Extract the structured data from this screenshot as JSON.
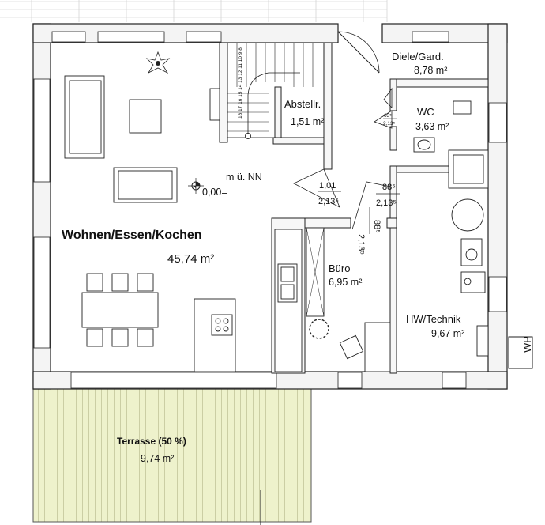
{
  "rooms": {
    "wohnen": {
      "name": "Wohnen/Essen/Kochen",
      "area": "45,74 m²"
    },
    "diele": {
      "name": "Diele/Gard.",
      "area": "8,78 m²"
    },
    "abstell": {
      "name": "Abstellr.",
      "area": "1,51 m²"
    },
    "wc": {
      "name": "WC",
      "area": "3,63 m²"
    },
    "buero": {
      "name": "Büro",
      "area": "6,95 m²"
    },
    "technik": {
      "name": "HW/Technik",
      "area": "9,67 m²"
    },
    "terrasse": {
      "name": "Terrasse (50 %)",
      "area": "9,74 m²"
    }
  },
  "labels": {
    "level_label": "m ü. NN",
    "level_value": "0,00=",
    "wp": "WP",
    "stair_numbers": "18 17 16 15 14 13 12 11 10 9 8"
  },
  "dimensions": {
    "d1_w": "1,01",
    "d1_h": "2,13⁵",
    "d2_w": "88⁵",
    "d2_h": "2,13⁵",
    "d3_w": "88⁵",
    "d3_h": "2,13⁵",
    "wc_w": "63⁵",
    "wc_h": "2,13⁵"
  }
}
